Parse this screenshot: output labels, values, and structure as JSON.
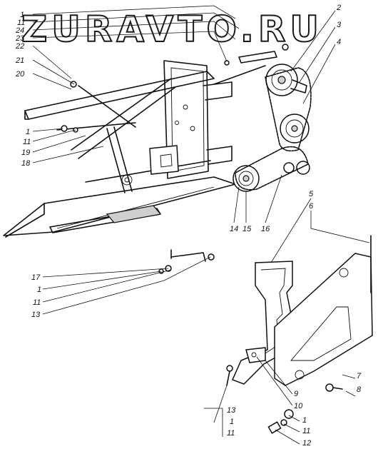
{
  "watermark": "ZURAVTO.RU",
  "callouts": [
    {
      "id": "c-1a",
      "text": "1"
    },
    {
      "id": "c-11a",
      "text": "11"
    },
    {
      "id": "c-24",
      "text": "24"
    },
    {
      "id": "c-23",
      "text": "23"
    },
    {
      "id": "c-22",
      "text": "22"
    },
    {
      "id": "c-21",
      "text": "21"
    },
    {
      "id": "c-20",
      "text": "20"
    },
    {
      "id": "c-1b",
      "text": "1"
    },
    {
      "id": "c-11b",
      "text": "11"
    },
    {
      "id": "c-19",
      "text": "19"
    },
    {
      "id": "c-18",
      "text": "18"
    },
    {
      "id": "c-2",
      "text": "2"
    },
    {
      "id": "c-3",
      "text": "3"
    },
    {
      "id": "c-4",
      "text": "4"
    },
    {
      "id": "c-14",
      "text": "14"
    },
    {
      "id": "c-15",
      "text": "15"
    },
    {
      "id": "c-16",
      "text": "16"
    },
    {
      "id": "c-5",
      "text": "5"
    },
    {
      "id": "c-6",
      "text": "6"
    },
    {
      "id": "c-17",
      "text": "17"
    },
    {
      "id": "c-1c",
      "text": "1"
    },
    {
      "id": "c-11c",
      "text": "11"
    },
    {
      "id": "c-13a",
      "text": "13"
    },
    {
      "id": "c-7",
      "text": "7"
    },
    {
      "id": "c-8",
      "text": "8"
    },
    {
      "id": "c-9",
      "text": "9"
    },
    {
      "id": "c-10",
      "text": "10"
    },
    {
      "id": "c-13b",
      "text": "13"
    },
    {
      "id": "c-1d",
      "text": "1"
    },
    {
      "id": "c-11d",
      "text": "11"
    },
    {
      "id": "c-1e",
      "text": "1"
    },
    {
      "id": "c-11e",
      "text": "11"
    },
    {
      "id": "c-12",
      "text": "12"
    }
  ]
}
